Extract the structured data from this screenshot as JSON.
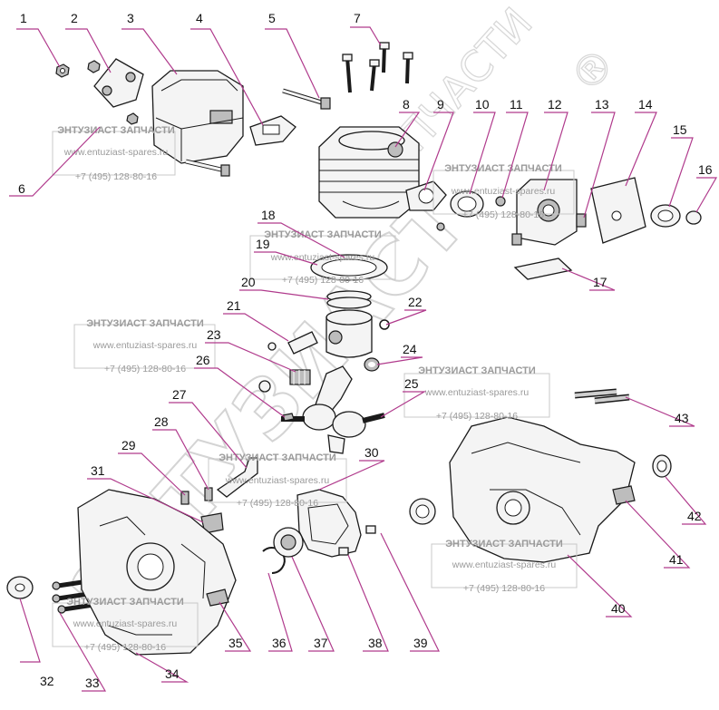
{
  "watermark": {
    "big_text": "ЭНТУЗИАСТ",
    "small_text": "ЗАПЧАСТИ",
    "registered": "®",
    "box_title": "ЭНТУЗИАСТ ЗАПЧАСТИ",
    "box_url": "www.entuziast-spares.ru",
    "box_phone": "+7 (495) 128-80-16"
  },
  "callouts": [
    "1",
    "2",
    "3",
    "4",
    "5",
    "6",
    "7",
    "8",
    "9",
    "10",
    "11",
    "12",
    "13",
    "14",
    "15",
    "16",
    "17",
    "18",
    "19",
    "20",
    "21",
    "22",
    "23",
    "24",
    "25",
    "26",
    "27",
    "28",
    "29",
    "30",
    "31",
    "32",
    "33",
    "34",
    "35",
    "36",
    "37",
    "38",
    "39",
    "40",
    "41",
    "42",
    "43"
  ]
}
